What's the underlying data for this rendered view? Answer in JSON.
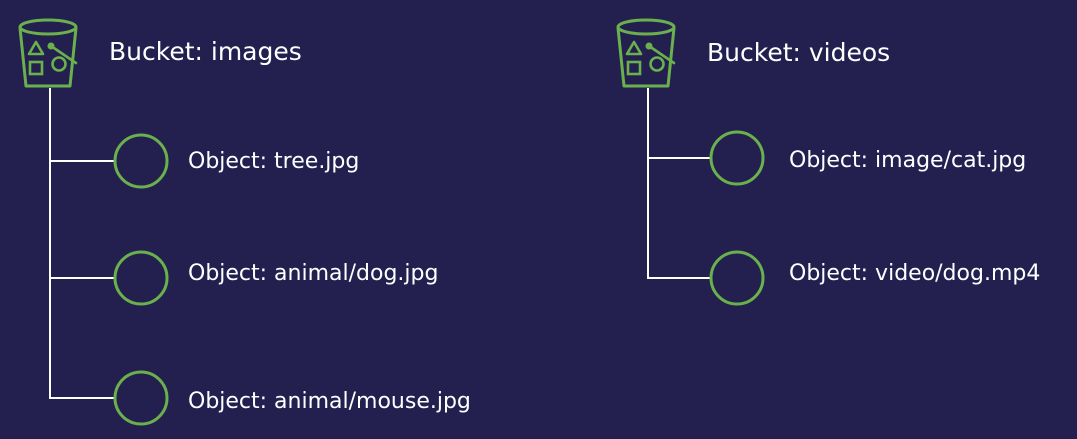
{
  "diagram": {
    "colors": {
      "background": "#232050",
      "accent": "#6ab04c",
      "connector": "#ffffff",
      "text": "#ffffff"
    },
    "buckets": [
      {
        "icon": "bucket-icon",
        "label": "Bucket: images",
        "objects": [
          {
            "icon": "object-circle-icon",
            "label": "Object: tree.jpg"
          },
          {
            "icon": "object-circle-icon",
            "label": "Object: animal/dog.jpg"
          },
          {
            "icon": "object-circle-icon",
            "label": "Object: animal/mouse.jpg"
          }
        ]
      },
      {
        "icon": "bucket-icon",
        "label": "Bucket: videos",
        "objects": [
          {
            "icon": "object-circle-icon",
            "label": "Object: image/cat.jpg"
          },
          {
            "icon": "object-circle-icon",
            "label": "Object: video/dog.mp4"
          }
        ]
      }
    ]
  }
}
